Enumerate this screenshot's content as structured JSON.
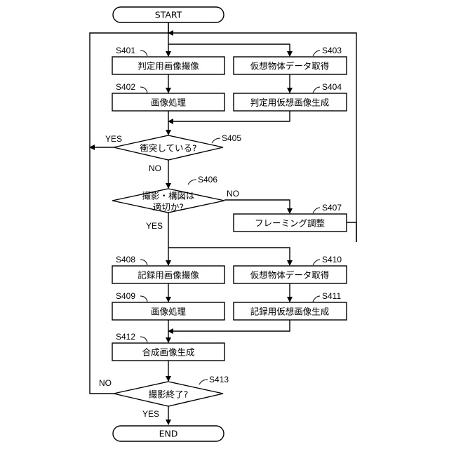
{
  "flow": {
    "start": "START",
    "end": "END",
    "s401": {
      "step": "S401",
      "text": "判定用画像撮像"
    },
    "s402": {
      "step": "S402",
      "text": "画像処理"
    },
    "s403": {
      "step": "S403",
      "text": "仮想物体データ取得"
    },
    "s404": {
      "step": "S404",
      "text": "判定用仮想画像生成"
    },
    "s405": {
      "step": "S405",
      "text": "衝突している?",
      "yes": "YES",
      "no": "NO"
    },
    "s406": {
      "step": "S406",
      "line1": "撮影・構図は",
      "line2": "適切か?",
      "yes": "YES",
      "no": "NO"
    },
    "s407": {
      "step": "S407",
      "text": "フレーミング調整"
    },
    "s408": {
      "step": "S408",
      "text": "記録用画像撮像"
    },
    "s409": {
      "step": "S409",
      "text": "画像処理"
    },
    "s410": {
      "step": "S410",
      "text": "仮想物体データ取得"
    },
    "s411": {
      "step": "S411",
      "text": "記録用仮想画像生成"
    },
    "s412": {
      "step": "S412",
      "text": "合成画像生成"
    },
    "s413": {
      "step": "S413",
      "text": "撮影終了?",
      "yes": "YES",
      "no": "NO"
    }
  }
}
